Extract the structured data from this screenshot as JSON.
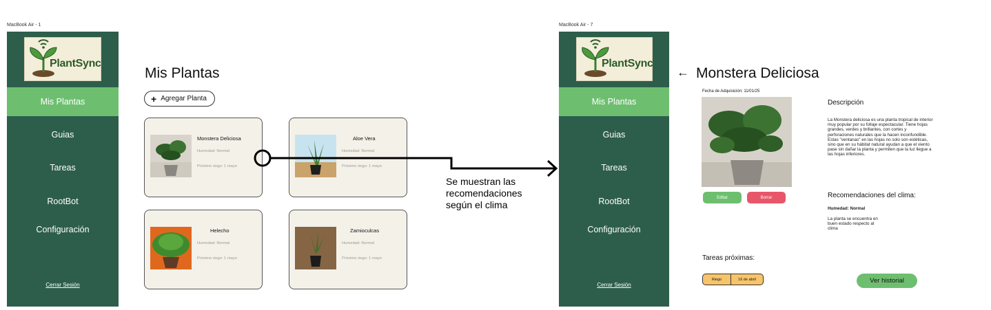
{
  "screen1": {
    "frame_label": "MacBook Air - 1",
    "logo_text": "PlantSync",
    "nav": [
      "Mis Plantas",
      "Guias",
      "Tareas",
      "RootBot",
      "Configuración"
    ],
    "logout": "Cerrar Sesión",
    "title": "Mis Plantas",
    "add_button": "Agregar Planta",
    "cards": [
      {
        "name": "Monstera Deliciosa",
        "humidity": "Humedad: Normal",
        "next_water": "Próximo riego: 1 mayo"
      },
      {
        "name": "Aloe Vera",
        "humidity": "Humedad: Normal",
        "next_water": "Próximo riego: 1 mayo"
      },
      {
        "name": "Helecho",
        "humidity": "Humedad: Normal",
        "next_water": "Próximo riego: 1 mayo"
      },
      {
        "name": "Zamioculcas",
        "humidity": "Humedad: Normal",
        "next_water": "Próximo riego: 1 mayo"
      }
    ]
  },
  "annotation": {
    "line1": "Se muestran las",
    "line2": "recomendaciones",
    "line3": "según el clima"
  },
  "screen2": {
    "frame_label": "MacBook Air - 7",
    "logo_text": "PlantSync",
    "nav": [
      "Mis Plantas",
      "Guias",
      "Tareas",
      "RootBot",
      "Configuración"
    ],
    "logout": "Cerrar Sesión",
    "back_icon": "←",
    "title": "Monstera Deliciosa",
    "acquisition_date": "Fecha de Adquisición: 11/01/25",
    "edit_button": "Editar",
    "delete_button": "Borrar",
    "description_heading": "Descripción",
    "description_lines": [
      "La Monstera deliciosa es una planta tropical de interior",
      "muy popular por su follaje espectacular. Tiene hojas",
      "grandes, verdes y brillantes, con cortes y",
      "perforaciones naturales que la hacen inconfundible.",
      "Estas \"ventanas\" en las hojas no solo son estéticas,",
      "sino que en su hábitat natural ayudan a que el viento",
      "pase sin dañar la planta y permiten que la luz llegue a",
      "las hojas inferiores."
    ],
    "climate_heading": "Recomendaciones del clima:",
    "climate_humidity": "Humedad: Normal",
    "climate_lines": [
      "La planta se encuentra en",
      "buen estado respecto al",
      "clima"
    ],
    "tasks_heading": "Tareas próximas:",
    "task_type": "Riego",
    "task_date": "16 de abril",
    "history_button": "Ver historial"
  },
  "colors": {
    "sidebar": "#2d5e4b",
    "active_nav": "#6dbf6f",
    "card_bg": "#f4f1e9",
    "edit": "#6dbf6f",
    "delete": "#e8566a",
    "task": "#f7c46a"
  }
}
